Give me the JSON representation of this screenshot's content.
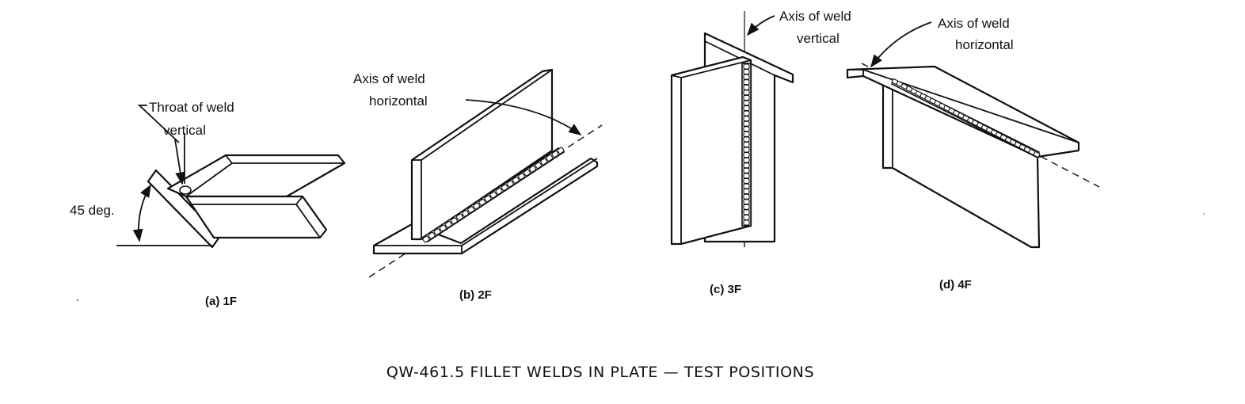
{
  "figure": {
    "title": "QW-461.5 FILLET WELDS IN PLATE — TEST POSITIONS",
    "panels": [
      {
        "caption": "(a) 1F",
        "labels": [
          "Throat of weld",
          "vertical",
          "45 deg."
        ]
      },
      {
        "caption": "(b) 2F",
        "labels": [
          "Axis of weld",
          "horizontal"
        ]
      },
      {
        "caption": "(c) 3F",
        "labels": [
          "Axis of weld",
          "vertical"
        ]
      },
      {
        "caption": "(d) 4F",
        "labels": [
          "Axis of weld",
          "horizontal"
        ]
      }
    ]
  }
}
